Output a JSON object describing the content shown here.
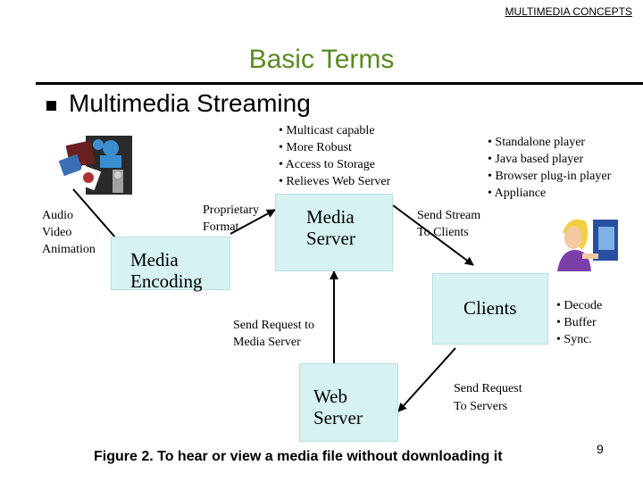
{
  "header": {
    "section": "MULTIMEDIA CONCEPTS"
  },
  "title": "Basic Terms",
  "subtitle": "Multimedia Streaming",
  "server_features": [
    "• Multicast capable",
    "• More Robust",
    "• Access to Storage",
    "• Relieves Web Server"
  ],
  "player_types": [
    "• Standalone player",
    "• Java based player",
    "• Browser plug-in player",
    "• Appliance"
  ],
  "inputs": [
    "Audio",
    "Video",
    "Animation"
  ],
  "proprietary_format": [
    "Proprietary",
    "Format"
  ],
  "media_encoding": [
    "Media",
    "Encoding"
  ],
  "media_server": [
    "Media",
    "Server"
  ],
  "send_stream": [
    "Send Stream",
    "To Clients"
  ],
  "clients": "Clients",
  "client_functions": [
    "• Decode",
    "• Buffer",
    "• Sync."
  ],
  "send_request_media": [
    "Send Request to",
    "Media Server"
  ],
  "web_server": [
    "Web",
    "Server"
  ],
  "send_request_servers": [
    "Send Request",
    "To Servers"
  ],
  "caption": "Figure 2. To hear or view a media file without downloading it",
  "page_number": "9",
  "colors": {
    "title": "#5a8a22",
    "box_fill": "#d6f2f2"
  },
  "icons": [
    "multimedia-clipart-icon",
    "user-at-computer-clipart-icon"
  ]
}
